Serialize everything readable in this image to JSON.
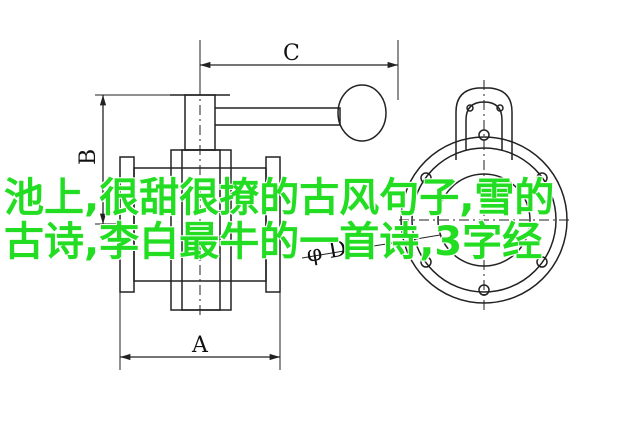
{
  "diagram": {
    "dimension_labels": {
      "a": "A",
      "b": "B",
      "c": "C",
      "d": "φ D"
    }
  },
  "overlay": {
    "line1": "池上,很甜很撩的古风句子,雪的",
    "line2": "古诗,李白最牛的一首诗,3字经"
  },
  "colors": {
    "line": "#222222",
    "overlay_text": "#22dd22"
  }
}
